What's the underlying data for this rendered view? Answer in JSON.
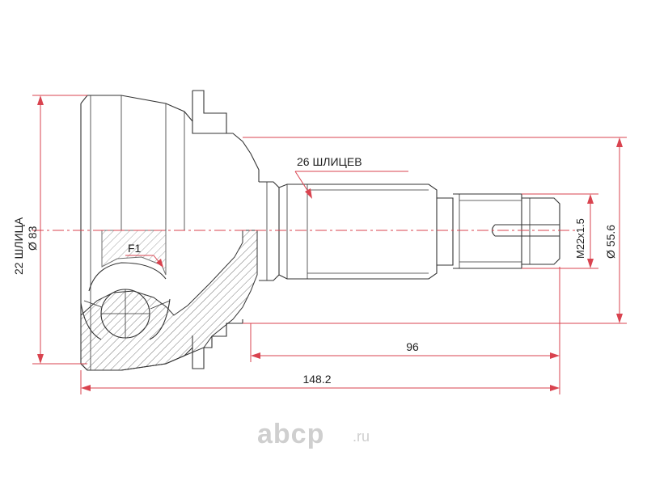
{
  "diagram": {
    "labels": {
      "outer_splines": "26 ШЛИЦЕВ",
      "inner_splines": "22 ШЛИЦА",
      "outer_diameter": "Ø 83",
      "thread": "M22x1.5",
      "shaft_diameter": "Ø 55.6",
      "length_shaft": "96",
      "length_total": "148.2",
      "f1": "F1"
    },
    "colors": {
      "dimension": "#d9434f",
      "outline": "#333333",
      "watermark": "#cfcfcf"
    }
  },
  "watermark": {
    "brand": "abcp",
    "suffix": ".ru"
  }
}
